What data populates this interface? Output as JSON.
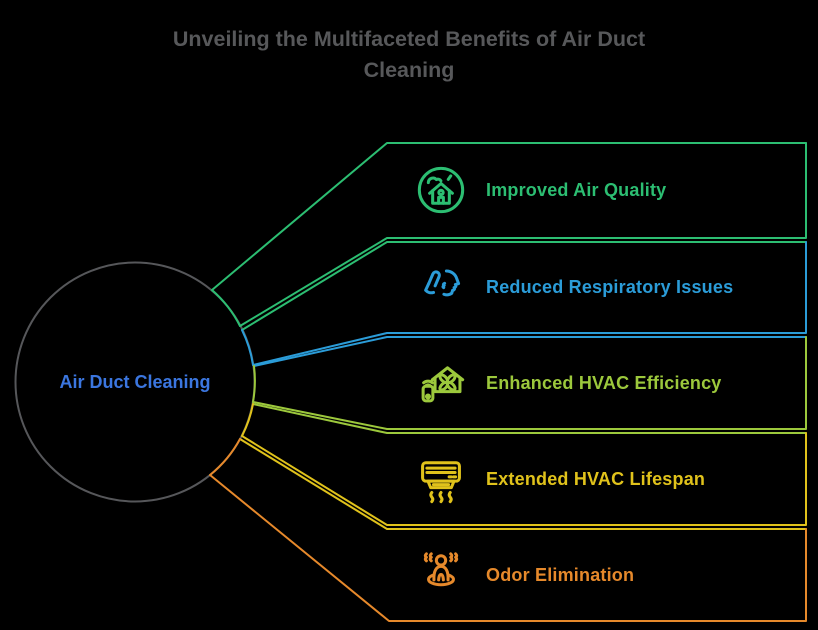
{
  "title": {
    "line1": "Unveiling the Multifaceted Benefits of Air Duct",
    "line2": "Cleaning"
  },
  "center": {
    "label": "Air Duct Cleaning",
    "label_color": "#3B76DF",
    "circle_color": "#56575A"
  },
  "benefits": [
    {
      "label": "Improved Air Quality",
      "icon": "home-air-quality-icon",
      "color": "#2CBE72"
    },
    {
      "label": "Reduced Respiratory Issues",
      "icon": "inhaler-breathing-icon",
      "color": "#2B9CD8"
    },
    {
      "label": "Enhanced HVAC Efficiency",
      "icon": "smart-hvac-home-icon",
      "color": "#9CC83C"
    },
    {
      "label": "Extended HVAC Lifespan",
      "icon": "air-conditioner-icon",
      "color": "#E0C21B"
    },
    {
      "label": "Odor Elimination",
      "icon": "person-odor-icon",
      "color": "#E6892B"
    }
  ],
  "palette": {
    "background": "#000000",
    "title_color": "#57585A"
  }
}
